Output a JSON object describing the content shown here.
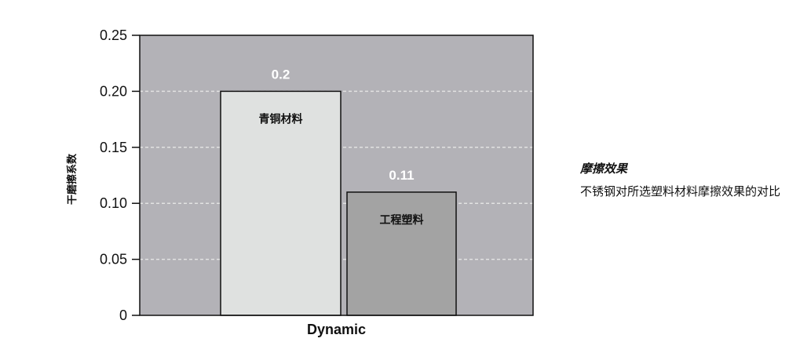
{
  "chart_data": {
    "type": "bar",
    "categories": [
      "Dynamic"
    ],
    "series": [
      {
        "values": [
          0.2
        ],
        "bar_label": "青铜材料",
        "color": "#dfe1e0"
      },
      {
        "values": [
          0.11
        ],
        "bar_label": "工程塑料",
        "color": "#a3a3a3"
      }
    ],
    "value_labels": [
      "0.2",
      "0.11"
    ],
    "xlabel": "Dynamic",
    "ylabel": "干磨擦系数",
    "ylim": [
      0,
      0.25
    ],
    "y_ticks": [
      0,
      0.05,
      0.1,
      0.15,
      0.2,
      0.25
    ],
    "y_tick_labels": [
      "0",
      "0.05",
      "0.10",
      "0.15",
      "0.20",
      "0.25"
    ],
    "grid": true,
    "colors": {
      "plot_background": "#b3b2b7",
      "gridline": "#e2e2e2",
      "value_label": "#ffffff"
    }
  },
  "note": {
    "title": "摩擦效果",
    "body": "不锈钢对所选塑料材料摩擦效果的对比"
  }
}
